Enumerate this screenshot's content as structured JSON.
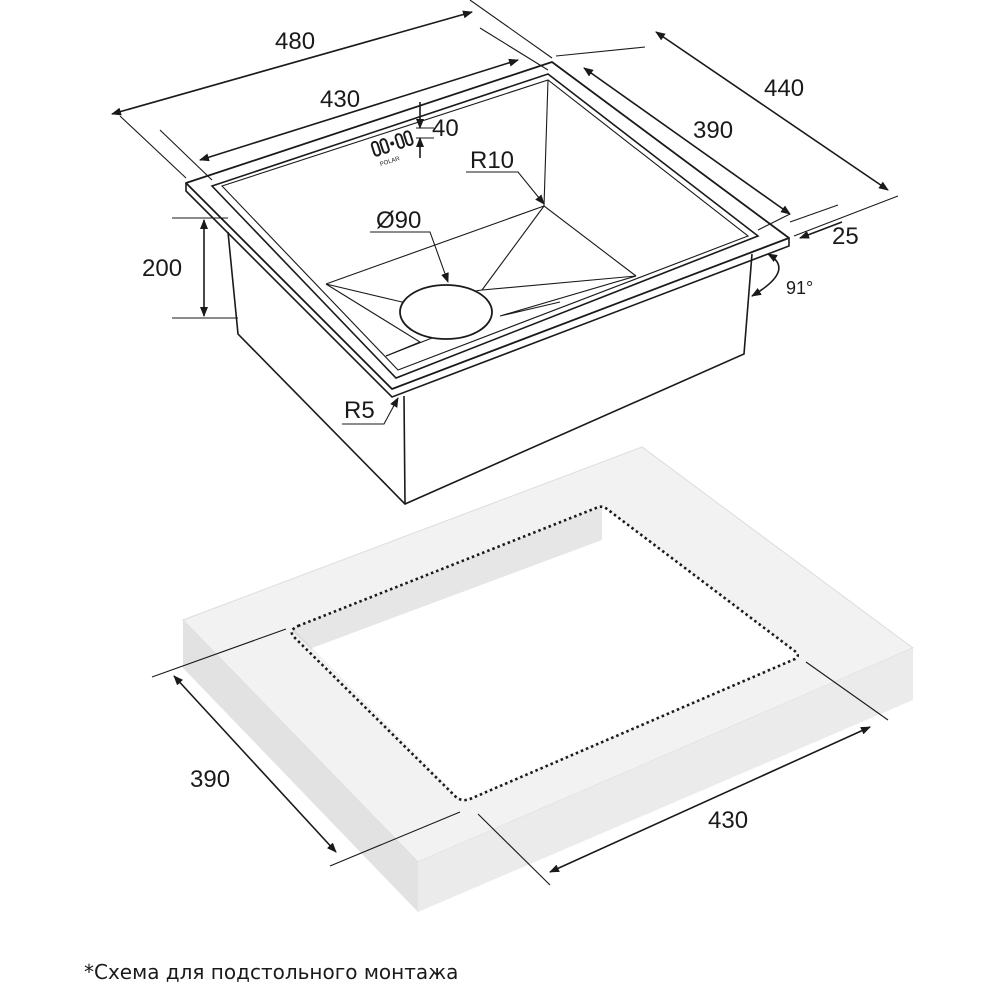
{
  "sink": {
    "brand_mark": "POLAR",
    "dims": {
      "outer_width": "480",
      "inner_width": "430",
      "outer_depth": "440",
      "inner_depth": "390",
      "height": "200",
      "deck": "40",
      "corner_radius_inner": "R10",
      "drain": "Ø90",
      "rim": "25",
      "angle": "91°",
      "corner_radius_outer": "R5"
    }
  },
  "cutout": {
    "dims": {
      "depth": "390",
      "width": "430"
    }
  },
  "caption": "*Схема для подстольного монтажа",
  "colors": {
    "line": "#1a1a1a",
    "countertop_top": "#f2f2f2",
    "countertop_side": "#e3e3e3",
    "countertop_front": "#ebebeb"
  }
}
